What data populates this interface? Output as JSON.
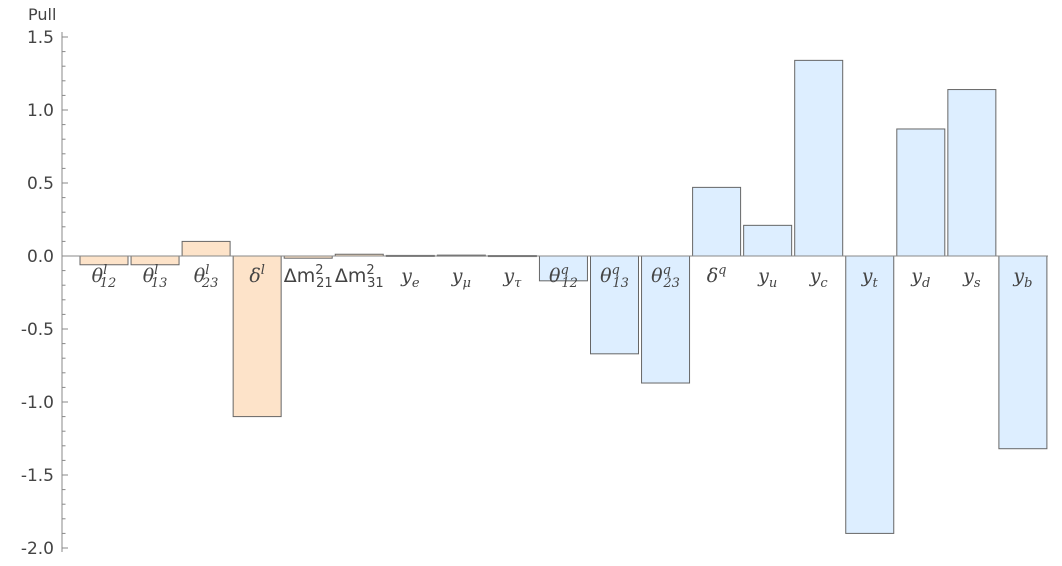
{
  "chart_data": {
    "type": "bar",
    "ylabel": "Pull",
    "ylim": [
      -2.05,
      1.52
    ],
    "yticks": [
      "1.5",
      "1.0",
      "0.5",
      "0.0",
      "-0.5",
      "-1.0",
      "-1.5",
      "-2.0"
    ],
    "ytick_values": [
      1.5,
      1.0,
      0.5,
      0.0,
      -0.5,
      -1.0,
      -1.5,
      -2.0
    ],
    "colors": {
      "lepton": "#fde3c9",
      "quark": "#ddeeff",
      "edge": "#666666",
      "axis": "#888888"
    },
    "categories": [
      {
        "base": "θ",
        "sup": "l",
        "sub": "12",
        "group": "lepton"
      },
      {
        "base": "θ",
        "sup": "l",
        "sub": "13",
        "group": "lepton"
      },
      {
        "base": "θ",
        "sup": "l",
        "sub": "23",
        "group": "lepton"
      },
      {
        "base": "δ",
        "sup": "l",
        "sub": "",
        "group": "lepton"
      },
      {
        "base": "Δm",
        "sup": "2",
        "sub": "21",
        "group": "lepton",
        "upright": true
      },
      {
        "base": "Δm",
        "sup": "2",
        "sub": "31",
        "group": "lepton",
        "upright": true
      },
      {
        "base": "y",
        "sup": "",
        "sub": "e",
        "group": "lepton"
      },
      {
        "base": "y",
        "sup": "",
        "sub": "μ",
        "group": "lepton"
      },
      {
        "base": "y",
        "sup": "",
        "sub": "τ",
        "group": "lepton"
      },
      {
        "base": "θ",
        "sup": "q",
        "sub": "12",
        "group": "quark"
      },
      {
        "base": "θ",
        "sup": "q",
        "sub": "13",
        "group": "quark"
      },
      {
        "base": "θ",
        "sup": "q",
        "sub": "23",
        "group": "quark"
      },
      {
        "base": "δ",
        "sup": "q",
        "sub": "",
        "group": "quark"
      },
      {
        "base": "y",
        "sup": "",
        "sub": "u",
        "group": "quark"
      },
      {
        "base": "y",
        "sup": "",
        "sub": "c",
        "group": "quark"
      },
      {
        "base": "y",
        "sup": "",
        "sub": "t",
        "group": "quark"
      },
      {
        "base": "y",
        "sup": "",
        "sub": "d",
        "group": "quark"
      },
      {
        "base": "y",
        "sup": "",
        "sub": "s",
        "group": "quark"
      },
      {
        "base": "y",
        "sup": "",
        "sub": "b",
        "group": "quark"
      }
    ],
    "series": [
      {
        "values": [
          -0.06,
          -0.06,
          0.1,
          -1.1,
          -0.015,
          0.012,
          0.004,
          0.006,
          0.003,
          -0.17,
          -0.67,
          -0.87,
          0.47,
          0.21,
          1.34,
          -1.9,
          0.87,
          1.14,
          -1.32
        ]
      }
    ]
  }
}
